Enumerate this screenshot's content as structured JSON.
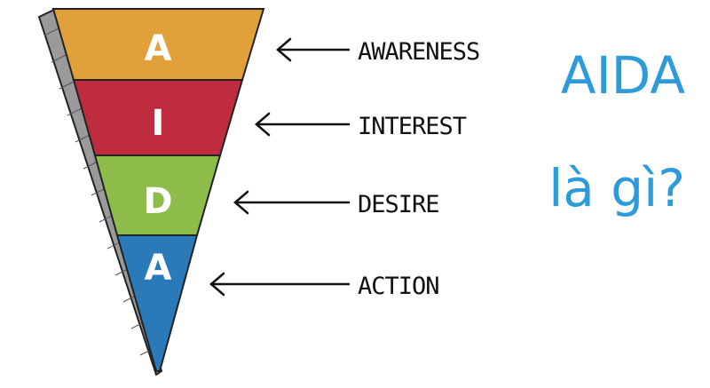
{
  "funnel": {
    "stages": [
      {
        "letter": "A",
        "label": "AWARENESS",
        "color": "#e2a03a"
      },
      {
        "letter": "I",
        "label": "INTEREST",
        "color": "#bf2b3f"
      },
      {
        "letter": "D",
        "label": "DESIRE",
        "color": "#8ebc4a"
      },
      {
        "letter": "A",
        "label": "ACTION",
        "color": "#2a79b9"
      }
    ],
    "outline_color": "#222222",
    "side_color": "#9a9a9a"
  },
  "headline": {
    "line1": "AIDA",
    "line2": "là gì?",
    "color": "#2d9bd9"
  },
  "icons": {
    "arrow": "left-arrow-icon"
  }
}
